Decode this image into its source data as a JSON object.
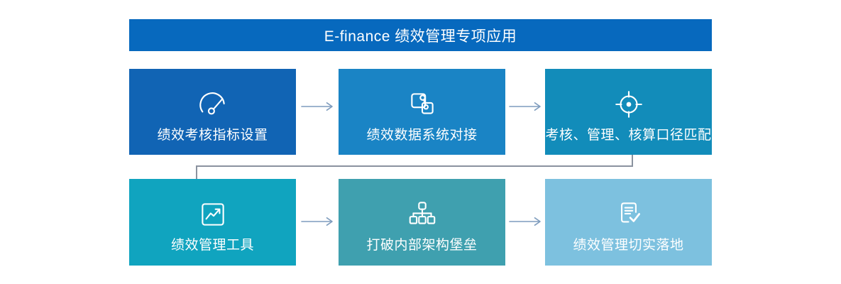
{
  "header": {
    "title": "E-finance 绩效管理专项应用",
    "bg": "#0769BE",
    "text_color": "#FFFFFF"
  },
  "rows": [
    {
      "boxes": [
        {
          "label": "绩效考核指标设置",
          "icon": "gauge-icon",
          "bg": "#1164B4"
        },
        {
          "label": "绩效数据系统对接",
          "icon": "system-link-icon",
          "bg": "#1A84C5"
        },
        {
          "label": "考核、管理、核算口径匹配",
          "icon": "target-icon",
          "bg": "#128CBA"
        }
      ]
    },
    {
      "boxes": [
        {
          "label": "绩效管理工具",
          "icon": "trend-chart-icon",
          "bg": "#10A4BF"
        },
        {
          "label": "打破内部架构堡垒",
          "icon": "org-structure-icon",
          "bg": "#3FA0AF"
        },
        {
          "label": "绩效管理切实落地",
          "icon": "document-check-icon",
          "bg": "#7DC1DF"
        }
      ]
    }
  ],
  "arrow_color": "#7E9CBD",
  "connector_color": "#8A929F",
  "icon_stroke": "#FFFFFF"
}
